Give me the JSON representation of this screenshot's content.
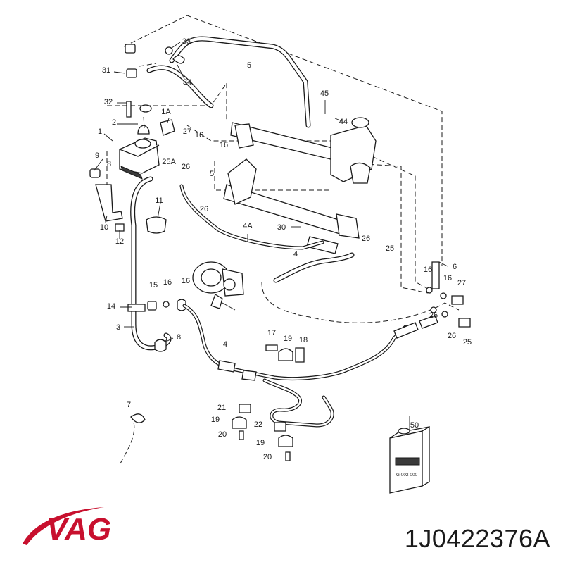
{
  "brand": {
    "logo_text": "VAG",
    "logo_color": "#c8102e",
    "swoosh_color": "#c8102e"
  },
  "part_number": "1J0422376A",
  "diagram": {
    "callouts": [
      "33",
      "5",
      "31",
      "34",
      "45",
      "44",
      "32",
      "1A",
      "2",
      "1",
      "27",
      "16",
      "16",
      "9",
      "8",
      "25A",
      "26",
      "5",
      "11",
      "26",
      "10",
      "12",
      "4A",
      "30",
      "26",
      "4",
      "25",
      "6",
      "16",
      "16",
      "27",
      "15",
      "16",
      "16",
      "14",
      "3",
      "8",
      "26",
      "26",
      "25",
      "17",
      "19",
      "18",
      "4",
      "7",
      "21",
      "19",
      "22",
      "20",
      "19",
      "20",
      "50"
    ],
    "can_label": "G 002 000"
  }
}
